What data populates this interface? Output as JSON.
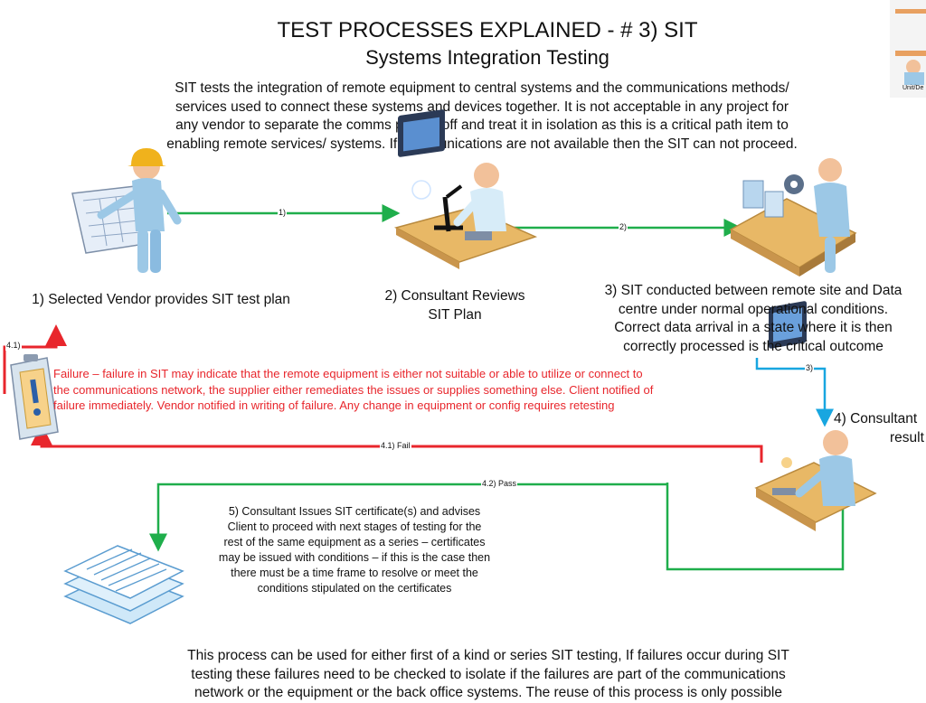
{
  "title": "TEST PROCESSES EXPLAINED - # 3) SIT",
  "subtitle": "Systems Integration Testing",
  "intro_lines": [
    "SIT tests the integration of remote equipment to central systems and the communications methods/",
    "services used to connect these systems and devices together. It is not acceptable in any project for",
    "any vendor to separate the comms portion off and treat it in isolation as this is a critical path item to",
    "enabling remote services/ systems. If communications are not available then the SIT can not proceed."
  ],
  "steps": {
    "s1": "1) Selected Vendor provides SIT test plan",
    "s2": [
      "2) Consultant Reviews",
      "SIT Plan"
    ],
    "s3": [
      "3) SIT conducted between remote  site and Data",
      "centre under normal operational conditions.",
      "Correct data arrival in a state where it is then",
      "correctly processed is the critical outcome"
    ],
    "s4": [
      "4) Consultant",
      "result"
    ],
    "s5": [
      "5) Consultant Issues SIT certificate(s) and advises",
      "Client to proceed with next stages of testing for the",
      "rest of the same equipment as a series – certificates",
      "may be issued with conditions – if this is the case then",
      "there must be a time frame to resolve or meet the",
      "conditions stipulated on the certificates"
    ]
  },
  "failure_lines": [
    "Failure – failure in SIT may indicate that the remote equipment is either not suitable or able to utilize or connect to",
    "the communications network, the supplier either remediates the issues or supplies something else. Client notified of",
    "failure immediately. Vendor notified in writing of failure. Any change in equipment or config requires retesting"
  ],
  "arrow_labels": {
    "a1": "1)",
    "a2": "2)",
    "a3": "3)",
    "a41": "4.1)",
    "fail": "4.1) Fail",
    "pass": "4.2) Pass"
  },
  "footer_lines": [
    "This process can be used for either first of a kind or series SIT testing, If failures occur during SIT",
    "testing these failures need to be checked to isolate if the failures are part of the communications",
    "network or the equipment or the back office systems. The reuse of this process is only possible"
  ],
  "thumbnail_label": "Unit/De",
  "colors": {
    "green": "#1fae4b",
    "red": "#e8262c",
    "blue": "#18a6e0",
    "figure": "#9cc8e6",
    "desk": "#e8b866"
  },
  "icons": [
    "vendor-blueprint-icon",
    "consultant-microscope-icon",
    "factory-conveyor-icon",
    "clipboard-warning-icon",
    "consultant-computer-icon",
    "certificate-documents-icon"
  ]
}
